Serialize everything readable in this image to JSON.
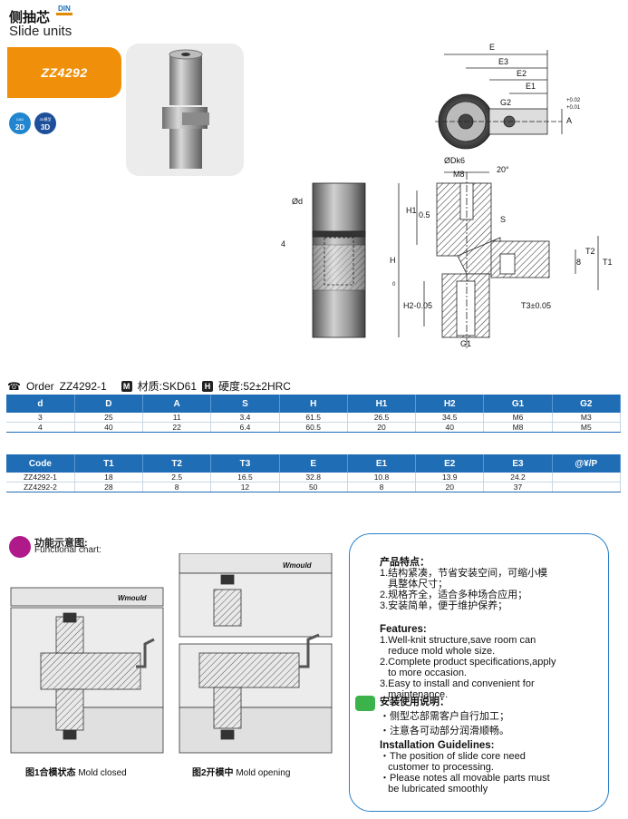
{
  "header": {
    "title_cn": "侧抽芯",
    "din_badge": "DIN",
    "title_en": "Slide units"
  },
  "product": {
    "code": "ZZ4292",
    "badge_2d_top": "CAD",
    "badge_2d": "2D",
    "badge_3d_top": "3D模型",
    "badge_3d": "3D"
  },
  "drawing": {
    "labels": {
      "E": "E",
      "E3": "E3",
      "E2": "E2",
      "E1": "E1",
      "G2": "G2",
      "A": "A",
      "A_tol_upper": "+0.02",
      "A_tol_lower": "+0.01",
      "Dk6": "ØDk6",
      "M8": "M8",
      "angle": "20°",
      "d": "Ød",
      "H1": "H1",
      "dim05": "0.5",
      "S": "S",
      "H": "H",
      "four": "4",
      "H2_tol": "H2-0.05",
      "H2_tol_upper": "0",
      "T2": "T2",
      "eight": "8",
      "T1": "T1",
      "T3": "T3±0.05",
      "G1": "G1"
    }
  },
  "order_line": {
    "order_label": "Order",
    "order_code": "ZZ4292-1",
    "material_icon": "M",
    "material": "材质:SKD61",
    "hardness_icon": "H",
    "hardness": "硬度:52±2HRC"
  },
  "table1": {
    "headers": [
      "d",
      "D",
      "A",
      "S",
      "H",
      "H1",
      "H2",
      "G1",
      "G2"
    ],
    "rows": [
      [
        "3",
        "25",
        "11",
        "3.4",
        "61.5",
        "26.5",
        "34.5",
        "M6",
        "M3"
      ],
      [
        "4",
        "40",
        "22",
        "6.4",
        "60.5",
        "20",
        "40",
        "M8",
        "M5"
      ]
    ]
  },
  "table2": {
    "headers": [
      "Code",
      "T1",
      "T2",
      "T3",
      "E",
      "E1",
      "E2",
      "E3",
      "@¥/P"
    ],
    "rows": [
      [
        "ZZ4292-1",
        "18",
        "2.5",
        "16.5",
        "32.8",
        "10.8",
        "13.9",
        "24.2",
        ""
      ],
      [
        "ZZ4292-2",
        "28",
        "8",
        "12",
        "50",
        "8",
        "20",
        "37",
        ""
      ]
    ]
  },
  "functional_chart": {
    "title_cn": "功能示意图:",
    "title_en": "Functional chart:",
    "mould_label_1": "Wmould",
    "mould_label_2": "Wmould",
    "fig1_cn": "图1合模状态",
    "fig1_en": "Mold closed",
    "fig2_cn": "图2开模中",
    "fig2_en": "Mold opening"
  },
  "features": {
    "title_cn": "产品特点：",
    "items_cn": [
      "1.结构紧凑，节省安装空间，可缩小模",
      "   具整体尺寸；",
      "2.规格齐全，适合多种场合应用；",
      "3.安装简单，便于维护保养；"
    ],
    "title_en": "Features:",
    "items_en": [
      "1.Well-knit structure,save room can",
      "   reduce mold whole size.",
      "2.Complete product specifications,apply",
      "   to more occasion.",
      "3.Easy to install and convenient for",
      "   maintenance."
    ],
    "install_title_cn": "安装使用说明：",
    "install_cn": [
      "・侧型芯部需客户自行加工；",
      "・注意各可动部分润滑顺畅。"
    ],
    "install_title_en": "Installation Guidelines:",
    "install_en": [
      "・The position of slide core need",
      "   customer to processing.",
      "・Please notes all movable parts must",
      "   be lubricated smoothly"
    ]
  },
  "colors": {
    "accent_orange": "#f0900a",
    "table_blue": "#1f6db5",
    "panel_border": "#2b80c8"
  }
}
